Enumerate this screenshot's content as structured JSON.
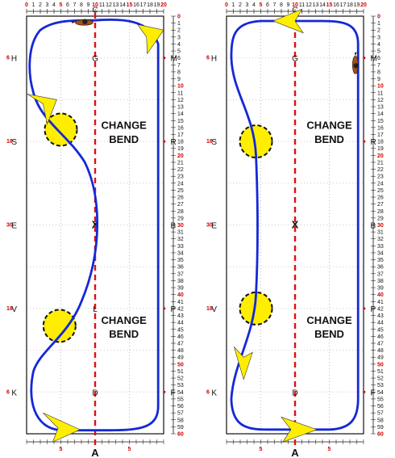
{
  "arenas": [
    {
      "id": "left",
      "letters": {
        "C": "C",
        "H": "H",
        "G": "G",
        "M": "M",
        "S": "S",
        "R": "R",
        "E": "E",
        "X": "X",
        "B": "B",
        "V": "V",
        "L": "L",
        "P": "P",
        "K": "K",
        "D": "D",
        "F": "F",
        "A": "A"
      },
      "change_bend_upper": [
        "CHANGE",
        "BEND"
      ],
      "change_bend_lower": [
        "CHANGE",
        "BEND"
      ],
      "side_numbers": [
        "6",
        "18",
        "30",
        "18",
        "6"
      ]
    },
    {
      "id": "right",
      "letters": {
        "C": "C",
        "H": "H",
        "G": "G",
        "M": "M",
        "S": "S",
        "R": "R",
        "E": "E",
        "X": "X",
        "B": "B",
        "V": "V",
        "P": "P",
        "K": "K",
        "D": "D",
        "F": "F",
        "A": "A"
      },
      "change_bend_upper": [
        "CHANGE",
        "BEND"
      ],
      "change_bend_lower": [
        "CHANGE",
        "BEND"
      ],
      "side_numbers": [
        "6",
        "18",
        "30",
        "18",
        "6"
      ]
    }
  ],
  "top_ruler": [
    "0",
    "1",
    "2",
    "3",
    "4",
    "5",
    "6",
    "7",
    "8",
    "9",
    "10",
    "11",
    "12",
    "13",
    "14",
    "15",
    "16",
    "17",
    "18",
    "19",
    "20"
  ],
  "top_ruler_red": [
    "0",
    "5",
    "10",
    "15",
    "20"
  ],
  "bottom_ruler_labels": [
    "5",
    "5"
  ],
  "right_ruler_max": 60,
  "right_ruler_red": [
    "0",
    "10",
    "20",
    "30",
    "40",
    "50",
    "60"
  ],
  "colors": {
    "track": "#1428d8",
    "centerline": "#e01010",
    "circle": "#ffee00",
    "arrow": "#ffee00",
    "ruler_red": "#d00000",
    "horse": "#a0521a"
  },
  "icons": [
    "horse-icon",
    "direction-arrow-icon"
  ]
}
